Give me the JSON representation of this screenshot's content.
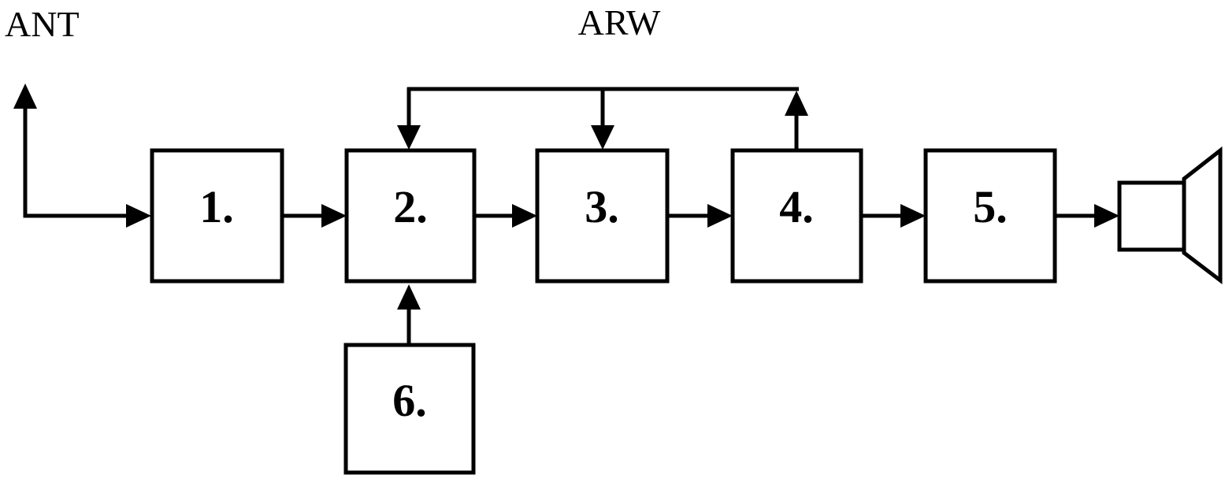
{
  "diagram": {
    "labels": {
      "antenna": "ANT",
      "agc": "ARW"
    },
    "blocks": [
      {
        "id": "block-1",
        "label": "1."
      },
      {
        "id": "block-2",
        "label": "2."
      },
      {
        "id": "block-3",
        "label": "3."
      },
      {
        "id": "block-4",
        "label": "4."
      },
      {
        "id": "block-5",
        "label": "5."
      },
      {
        "id": "block-6",
        "label": "6."
      }
    ],
    "icons": {
      "input": "antenna-up-arrow-icon",
      "output": "speaker-icon"
    },
    "connections": [
      {
        "from": "antenna",
        "to": "block-1"
      },
      {
        "from": "block-1",
        "to": "block-2"
      },
      {
        "from": "block-2",
        "to": "block-3"
      },
      {
        "from": "block-3",
        "to": "block-4"
      },
      {
        "from": "block-4",
        "to": "block-5"
      },
      {
        "from": "block-5",
        "to": "speaker"
      },
      {
        "from": "block-6",
        "to": "block-2"
      },
      {
        "from": "block-4",
        "to": "block-2",
        "via": "agc-feedback-line"
      },
      {
        "from": "block-4",
        "to": "block-3",
        "via": "agc-feedback-line"
      }
    ],
    "colors": {
      "background": "#ffffff",
      "line": "#000000",
      "text": "#000000"
    }
  }
}
